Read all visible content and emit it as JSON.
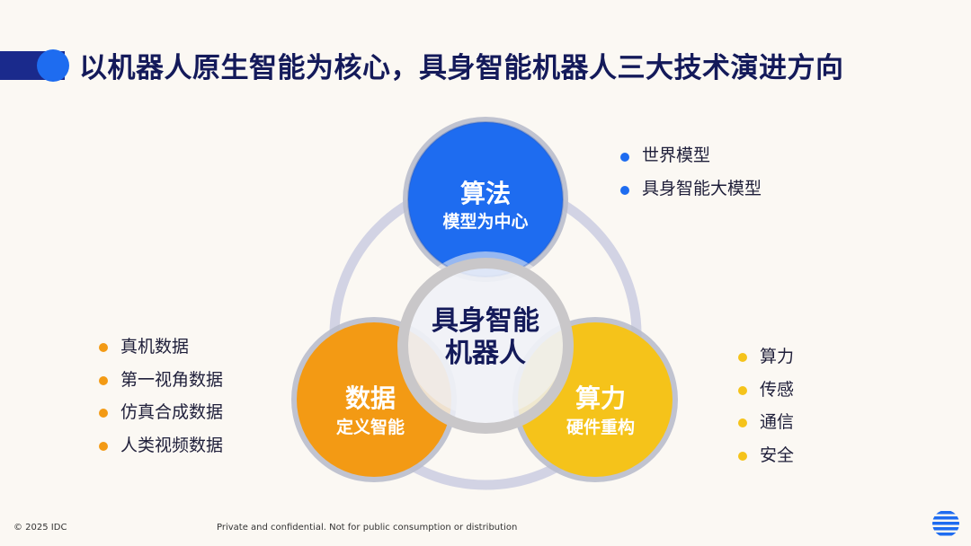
{
  "title": "以机器人原生智能为核心，具身智能机器人三大技术演进方向",
  "circles": {
    "top": {
      "title": "算法",
      "subtitle": "模型为中心",
      "color": "#1e6cf0"
    },
    "left": {
      "title": "数据",
      "subtitle": "定义智能",
      "color": "#f39a14"
    },
    "right": {
      "title": "算力",
      "subtitle": "硬件重构",
      "color": "#f5c31a"
    },
    "center": {
      "line1": "具身智能",
      "line2": "机器人"
    }
  },
  "lists": {
    "algorithm": [
      "世界模型",
      "具身智能大模型"
    ],
    "data": [
      "真机数据",
      "第一视角数据",
      "仿真合成数据",
      "人类视频数据"
    ],
    "compute": [
      "算力",
      "传感",
      "通信",
      "安全"
    ]
  },
  "footer": {
    "copyright": "© 2025 IDC",
    "notice": "Private and confidential. Not for public consumption or distribution"
  }
}
